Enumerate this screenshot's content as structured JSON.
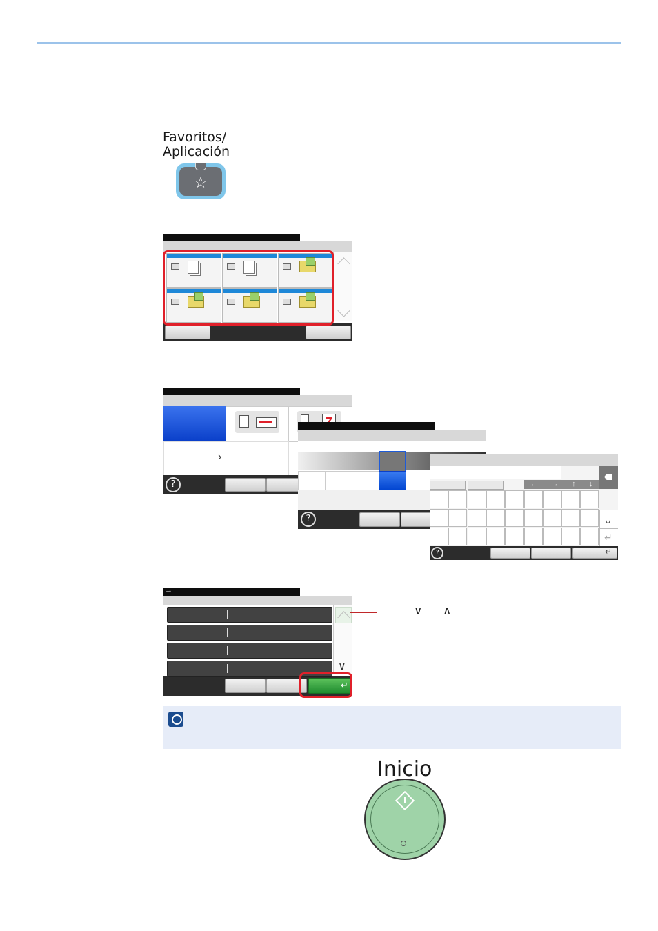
{
  "page": {
    "accent_color": "#9cc3ea",
    "highlight_color": "#e0202a"
  },
  "favorites_key": {
    "label_line1": "Favoritos/",
    "label_line2": "Aplicación",
    "icon": "star-icon",
    "glyph": "☆"
  },
  "screen_favorites": {
    "tiles": [
      {
        "icon": "copy-icon"
      },
      {
        "icon": "copy-icon"
      },
      {
        "icon": "send-folder-icon"
      },
      {
        "icon": "send-folder-icon"
      },
      {
        "icon": "send-folder-icon"
      },
      {
        "icon": "send-folder-icon"
      }
    ]
  },
  "screen_settings": {
    "chevron": "›",
    "help_glyph": "?"
  },
  "screen_keyboard": {
    "arrows": [
      "←",
      "→",
      "↑",
      "↓"
    ],
    "space_glyph": "␣",
    "enter_glyph": "↵",
    "help_glyph": "?"
  },
  "screen_confirm": {
    "title_glyph": "→",
    "scroll_down_glyph": "∨",
    "enter_glyph": "↵"
  },
  "callout": {
    "down_glyph": "∨",
    "up_glyph": "∧"
  },
  "start_key": {
    "label": "Inicio",
    "color": "#9fd3a8"
  }
}
